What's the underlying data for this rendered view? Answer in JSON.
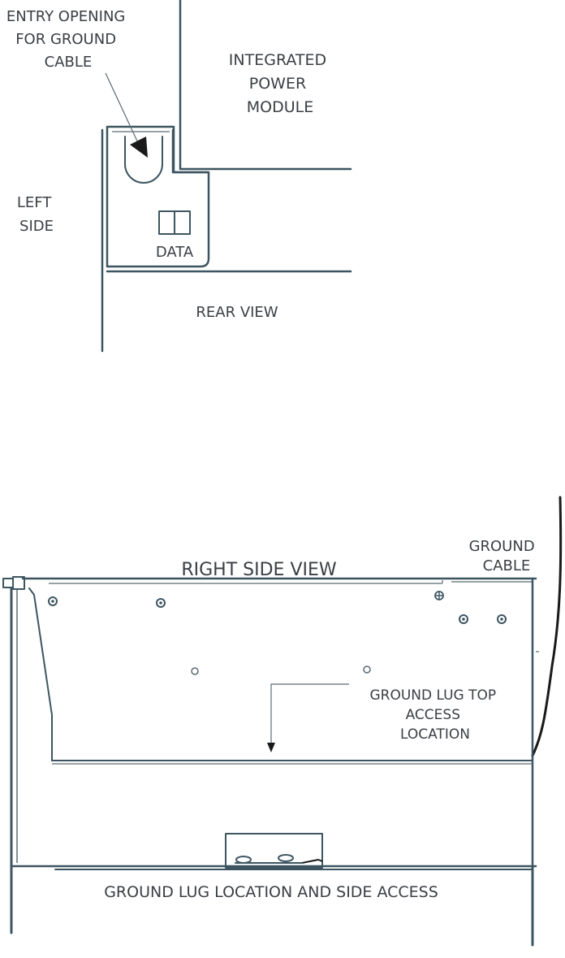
{
  "rear_view": {
    "entry_label": [
      "ENTRY OPENING",
      "FOR GROUND",
      "CABLE"
    ],
    "module_label": [
      "INTEGRATED",
      "POWER",
      "MODULE"
    ],
    "left_side_label": [
      "LEFT",
      "SIDE"
    ],
    "data_label": "DATA",
    "view_label": "REAR VIEW"
  },
  "right_side": {
    "ground_cable_label": [
      "GROUND",
      "CABLE"
    ],
    "view_title": "RIGHT SIDE VIEW",
    "lug_top_label": [
      "GROUND LUG TOP",
      "ACCESS",
      "LOCATION"
    ],
    "bottom_caption": "GROUND LUG LOCATION AND SIDE ACCESS"
  },
  "colors": {
    "line": "#3d5560",
    "text": "#3a3f44"
  }
}
